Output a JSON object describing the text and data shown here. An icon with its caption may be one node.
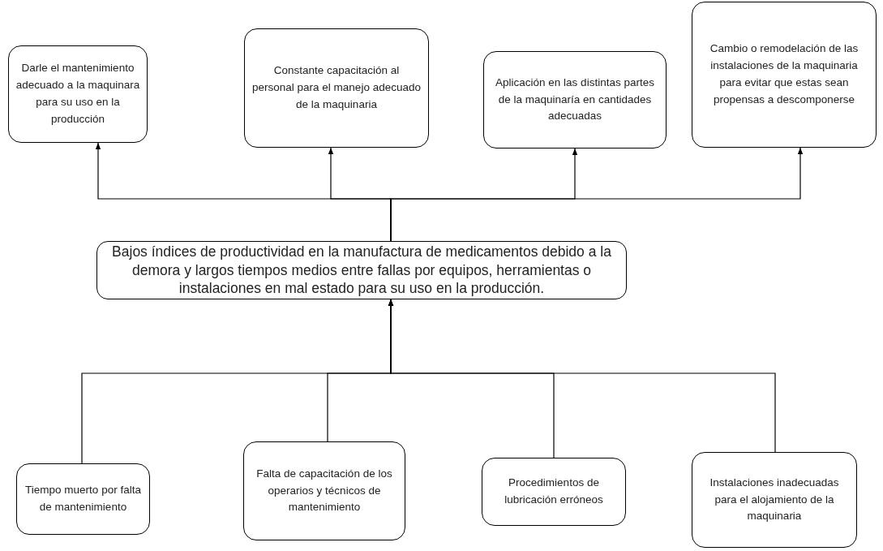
{
  "diagram": {
    "nodes": [
      {
        "text": [
          "Darle el mantenimiento adecuado a la maquinara para su uso en la producción"
        ]
      },
      {
        "text": [
          "Constante capacitación al personal para el manejo adecuado de la maquinaria"
        ]
      },
      {
        "text": [
          "Aplicación en las distintas partes de la maquinaría en cantidades adecuadas"
        ]
      },
      {
        "text": [
          "Cambio o remodelación de las instalaciones de la maquinaria para evitar que estas sean propensas a descomponerse"
        ]
      },
      {
        "text": [
          "Bajos índices de productividad en la manufactura de medicamentos debido a la demora y largos tiempos medios entre fallas por equipos, herramientas o instalaciones en mal estado para su uso en la producción."
        ]
      },
      {
        "text": [
          "Tiempo muerto por falta de mantenimiento"
        ]
      },
      {
        "text": [
          "Falta de capacitación de los operarios y técnicos de mantenimiento"
        ]
      },
      {
        "text": [
          "Procedimientos de lubricación erróneos"
        ]
      },
      {
        "text": [
          "Instalaciones inadecuadas para el alojamiento de la maquinaria"
        ]
      }
    ],
    "edges": [
      {
        "from": 4,
        "to": 0,
        "arrow": "to"
      },
      {
        "from": 4,
        "to": 1,
        "arrow": "to"
      },
      {
        "from": 4,
        "to": 2,
        "arrow": "to"
      },
      {
        "from": 4,
        "to": 3,
        "arrow": "to"
      },
      {
        "from": 5,
        "to": 4,
        "arrow": "to"
      },
      {
        "from": 6,
        "to": 4,
        "arrow": "to"
      },
      {
        "from": 7,
        "to": 4,
        "arrow": "to"
      },
      {
        "from": 8,
        "to": 4,
        "arrow": "to"
      }
    ]
  }
}
